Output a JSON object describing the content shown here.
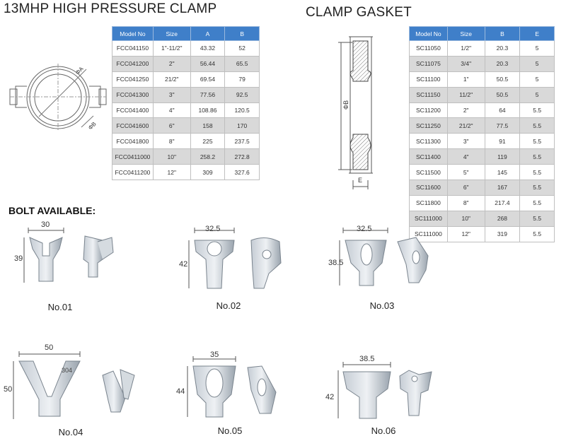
{
  "clamp": {
    "title": "13MHP HIGH PRESSURE CLAMP",
    "columns": [
      "Model No",
      "Size",
      "A",
      "B"
    ],
    "rows": [
      [
        "FCC041150",
        "1\"-11/2\"",
        "43.32",
        "52"
      ],
      [
        "FCC041200",
        "2\"",
        "56.44",
        "65.5"
      ],
      [
        "FCC041250",
        "21/2\"",
        "69.54",
        "79"
      ],
      [
        "FCC041300",
        "3\"",
        "77.56",
        "92.5"
      ],
      [
        "FCC041400",
        "4\"",
        "108.86",
        "120.5"
      ],
      [
        "FCC041600",
        "6\"",
        "158",
        "170"
      ],
      [
        "FCC041800",
        "8\"",
        "225",
        "237.5"
      ],
      [
        "FCC0411000",
        "10\"",
        "258.2",
        "272.8"
      ],
      [
        "FCC0411200",
        "12\"",
        "309",
        "327.6"
      ]
    ],
    "diagram_labels": {
      "a": "ΦA",
      "b": "ΦB"
    }
  },
  "gasket": {
    "title": "CLAMP GASKET",
    "columns": [
      "Model No",
      "Size",
      "B",
      "E"
    ],
    "rows": [
      [
        "SC11050",
        "1/2\"",
        "20.3",
        "5"
      ],
      [
        "SC11075",
        "3/4\"",
        "20.3",
        "5"
      ],
      [
        "SC11100",
        "1\"",
        "50.5",
        "5"
      ],
      [
        "SC11150",
        "11/2\"",
        "50.5",
        "5"
      ],
      [
        "SC11200",
        "2\"",
        "64",
        "5.5"
      ],
      [
        "SC11250",
        "21/2\"",
        "77.5",
        "5.5"
      ],
      [
        "SC11300",
        "3\"",
        "91",
        "5.5"
      ],
      [
        "SC11400",
        "4\"",
        "119",
        "5.5"
      ],
      [
        "SC11500",
        "5\"",
        "145",
        "5.5"
      ],
      [
        "SC11600",
        "6\"",
        "167",
        "5.5"
      ],
      [
        "SC11800",
        "8\"",
        "217.4",
        "5.5"
      ],
      [
        "SC111000",
        "10\"",
        "268",
        "5.5"
      ],
      [
        "SC111000",
        "12\"",
        "319",
        "5.5"
      ]
    ],
    "diagram_labels": {
      "b": "ΦB",
      "e": "E"
    }
  },
  "bolts": {
    "title": "BOLT AVAILABLE:",
    "items": [
      {
        "label": "No.01",
        "width": "30",
        "height": "39"
      },
      {
        "label": "No.02",
        "width": "32.5",
        "height": "42"
      },
      {
        "label": "No.03",
        "width": "32.5",
        "height": "38.5"
      },
      {
        "label": "No.04",
        "width": "50",
        "height": "50",
        "stamp": "304"
      },
      {
        "label": "No.05",
        "width": "35",
        "height": "44"
      },
      {
        "label": "No.06",
        "width": "38.5",
        "height": "42"
      }
    ]
  }
}
